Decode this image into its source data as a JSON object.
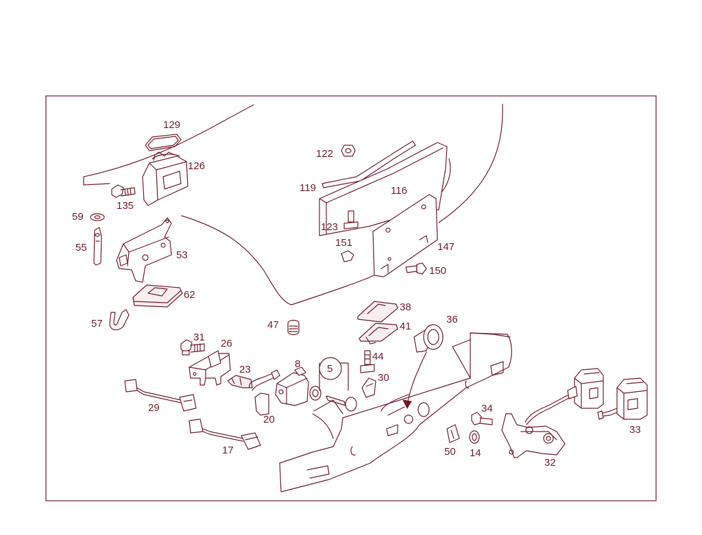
{
  "colors": {
    "line": "#6e1a26",
    "background": "#ffffff",
    "part_fill": "#f7eef0"
  },
  "callouts": {
    "p129": "129",
    "p126": "126",
    "p135": "135",
    "p59": "59",
    "p55": "55",
    "p53": "53",
    "p62": "62",
    "p57": "57",
    "p122": "122",
    "p119": "119",
    "p116": "116",
    "p123": "123",
    "p151": "151",
    "p147": "147",
    "p150": "150",
    "p38": "38",
    "p41": "41",
    "p36": "36",
    "p47": "47",
    "p31": "31",
    "p26": "26",
    "p23": "23",
    "p8": "8",
    "p5": "5",
    "p44": "44",
    "p30": "30",
    "p29": "29",
    "p20": "20",
    "p17": "17",
    "p34": "34",
    "p50": "50",
    "p14": "14",
    "p32": "32",
    "p33": "33"
  }
}
